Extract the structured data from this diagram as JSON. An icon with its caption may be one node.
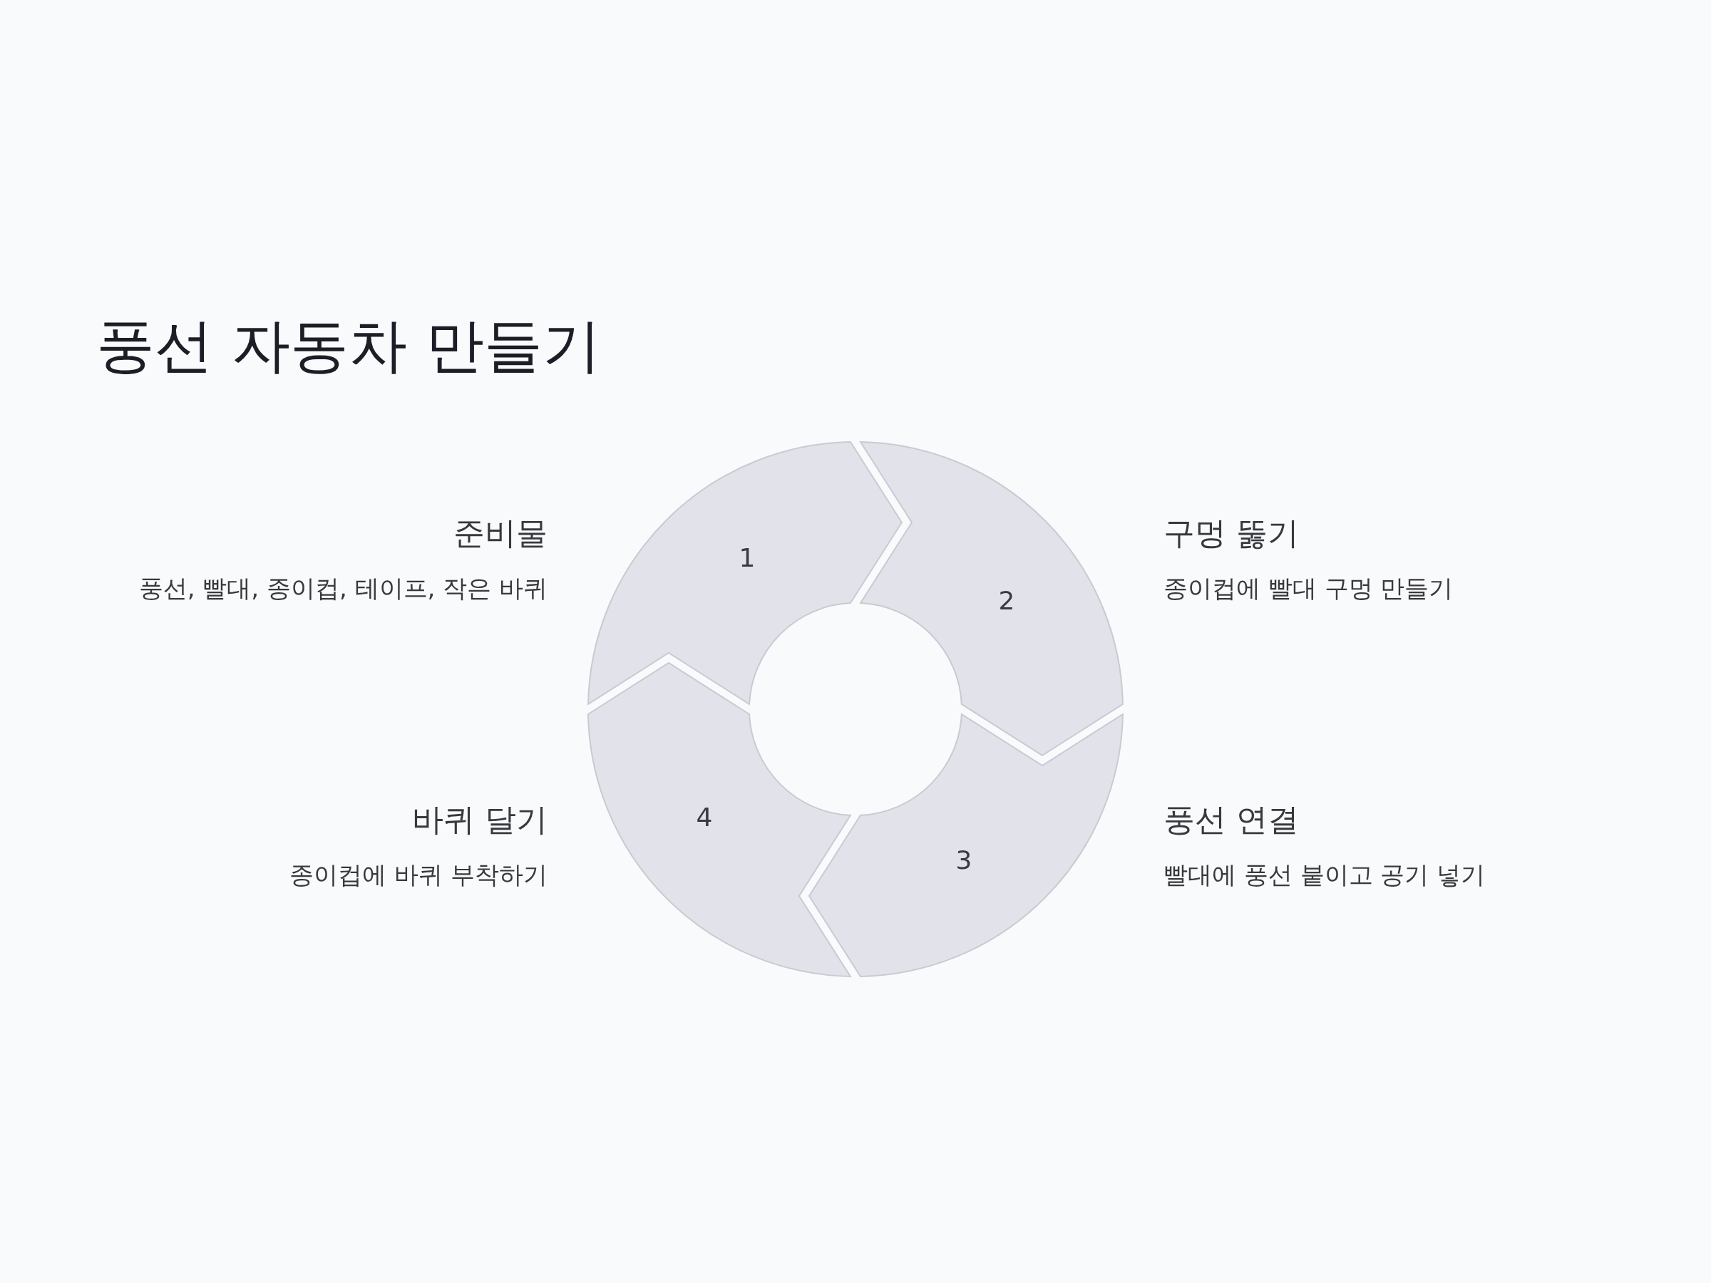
{
  "diagram": {
    "title": "풍선 자동차 만들기",
    "nodes": [
      {
        "text": [
          "1"
        ],
        "beside": [
          "준비물",
          "풍선, 빨대, 종이컵, 테이프, 작은 바퀴"
        ]
      },
      {
        "text": [
          "2"
        ],
        "beside": [
          "구멍 뚫기",
          "종이컵에 빨대 구멍 만들기"
        ]
      },
      {
        "text": [
          "3"
        ],
        "beside": [
          "풍선 연결",
          "빨대에 풍선 붙이고 공기 넣기"
        ]
      },
      {
        "text": [
          "4"
        ],
        "beside": [
          "바퀴 달기",
          "종이컵에 바퀴 부착하기"
        ]
      }
    ]
  }
}
